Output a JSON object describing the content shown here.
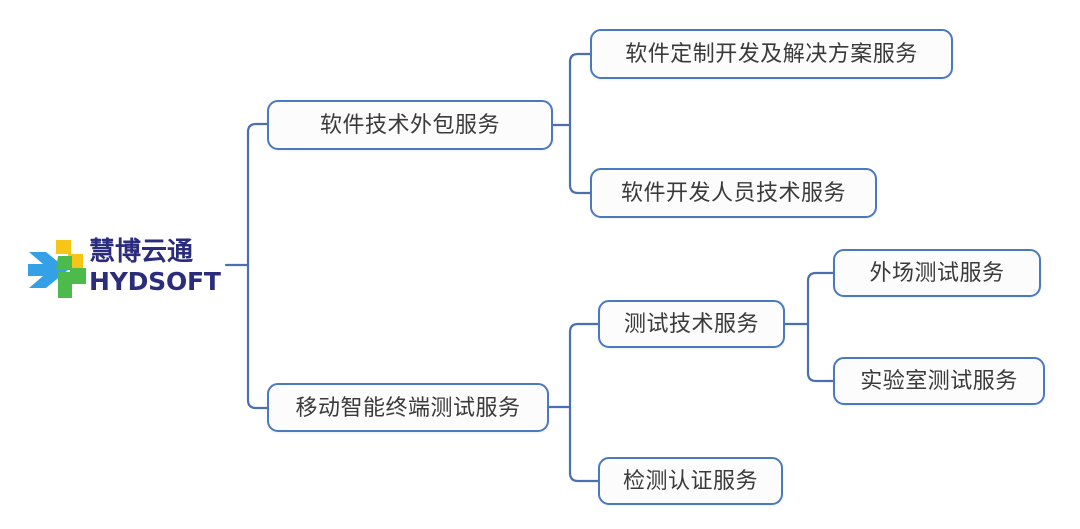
{
  "diagram": {
    "type": "tree-mindmap",
    "orientation": "left-to-right",
    "background_color": "#FFFFFF",
    "box_border_color": "#4B79BE",
    "box_fill_color": "#FCFCFD",
    "connector_color": "#4B6FB0",
    "text_color": "#3A3A3A"
  },
  "logo": {
    "mark_name": "hydsoft-pinwheel-logo",
    "chinese_name": "慧博云通",
    "english_name": "HYDSOFT",
    "text_color": "#2B2C7C",
    "colors": {
      "blue": "#33A0E8",
      "yellow": "#F5C518",
      "green": "#4CBB4C"
    }
  },
  "nodes": {
    "branch_software": {
      "label": "软件技术外包服务",
      "children": [
        {
          "label": "软件定制开发及解决方案服务"
        },
        {
          "label": "软件开发人员技术服务"
        }
      ]
    },
    "branch_mobile": {
      "label": "移动智能终端测试服务",
      "children": [
        {
          "label": "测试技术服务",
          "children": [
            {
              "label": "外场测试服务"
            },
            {
              "label": "实验室测试服务"
            }
          ]
        },
        {
          "label": "检测认证服务"
        }
      ]
    }
  }
}
